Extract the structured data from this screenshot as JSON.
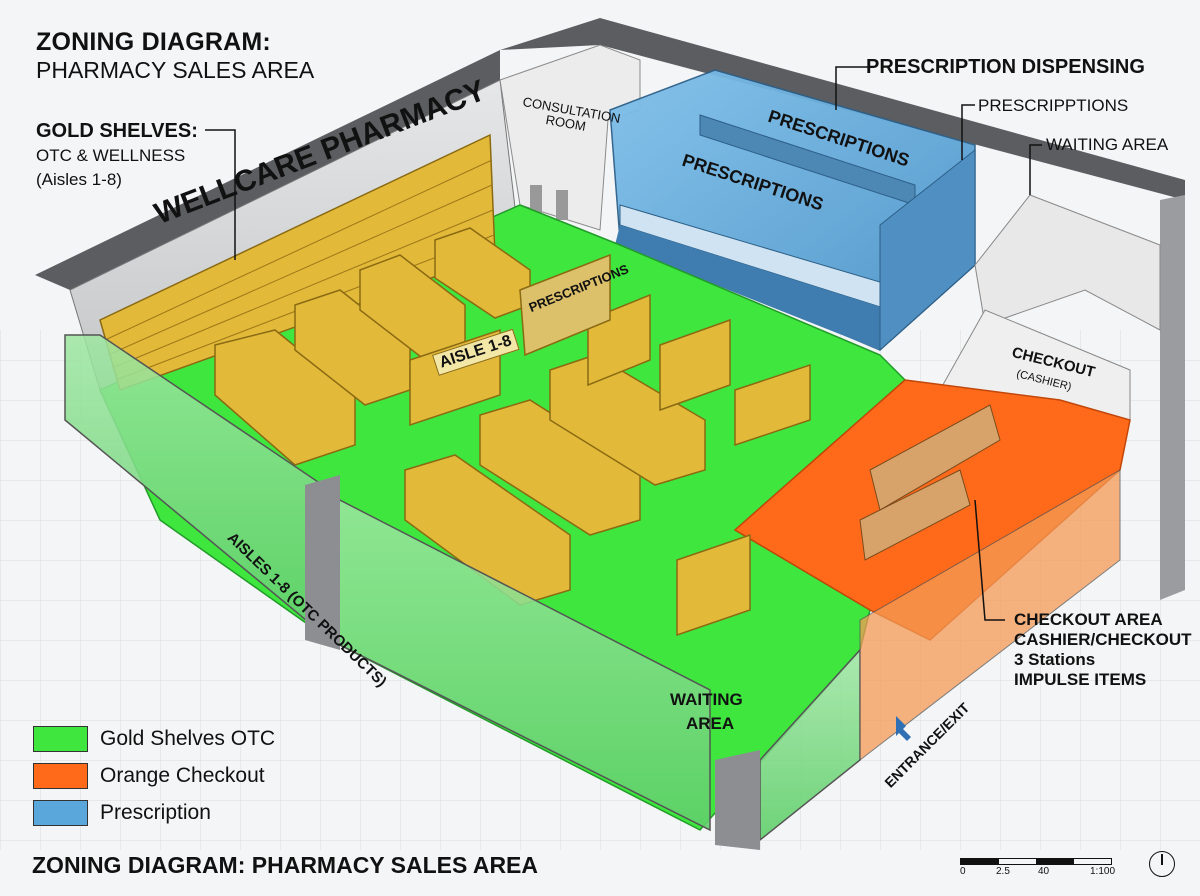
{
  "title": "ZONING DIAGRAM:",
  "subtitle": "PHARMACY SALES AREA",
  "labels": {
    "gold_shelves_heading": "GOLD SHELVES:",
    "gold_shelves_line1": "OTC & WELLNESS",
    "gold_shelves_line2": "(Aisles 1-8)",
    "store_sign": "WELLCARE PHARMACY",
    "consultation_line1": "CONSULTATION",
    "consultation_line2": "ROOM",
    "prescription_dispensing": "PRESCRIPTION DISPENSING",
    "prescriptions_callout": "PRESCRIPPTIONS",
    "waiting_area_callout": "WAITING AREA",
    "prescriptions_sign_back": "PRESCRIPTIONS",
    "prescriptions_sign_front": "PRESCRIPTIONS",
    "prescriptions_sign_floor": "PRESCRIPTIONS",
    "aisle_sign": "AISLE 1-8",
    "checkout_sign": "CHECKOUT",
    "cashier_sign": "(CASHIER)",
    "aisles_edge": "AISLES 1-8 (OTC PRODUCTS)",
    "waiting_area_floor_1": "WAITING",
    "waiting_area_floor_2": "AREA",
    "checkout_callout_1": "CHECKOUT AREA",
    "checkout_callout_2": "CASHIER/CHECKOUT",
    "checkout_callout_3": "3 Stations",
    "checkout_callout_4": "IMPULSE ITEMS",
    "entrance": "ENTRANCE/EXIT"
  },
  "legend": [
    {
      "label": "Gold Shelves OTC",
      "color": "#3ee63e"
    },
    {
      "label": "Orange Checkout",
      "color": "#ff6a1a"
    },
    {
      "label": "Prescription",
      "color": "#5aa7dc"
    }
  ],
  "footer_title": "ZONING DIAGRAM: PHARMACY SALES AREA",
  "scale": {
    "ticks": [
      "0",
      "2.5",
      "40",
      "1:100"
    ]
  },
  "colors": {
    "otc_zone": "#3ee63e",
    "checkout_zone": "#ff6a1a",
    "prescription_zone": "#5aa7dc",
    "shelf_gold": "#e3b93a",
    "wall": "#cfd0d2"
  },
  "icons": [
    "north-arrow-icon",
    "entrance-arrow-icon"
  ]
}
